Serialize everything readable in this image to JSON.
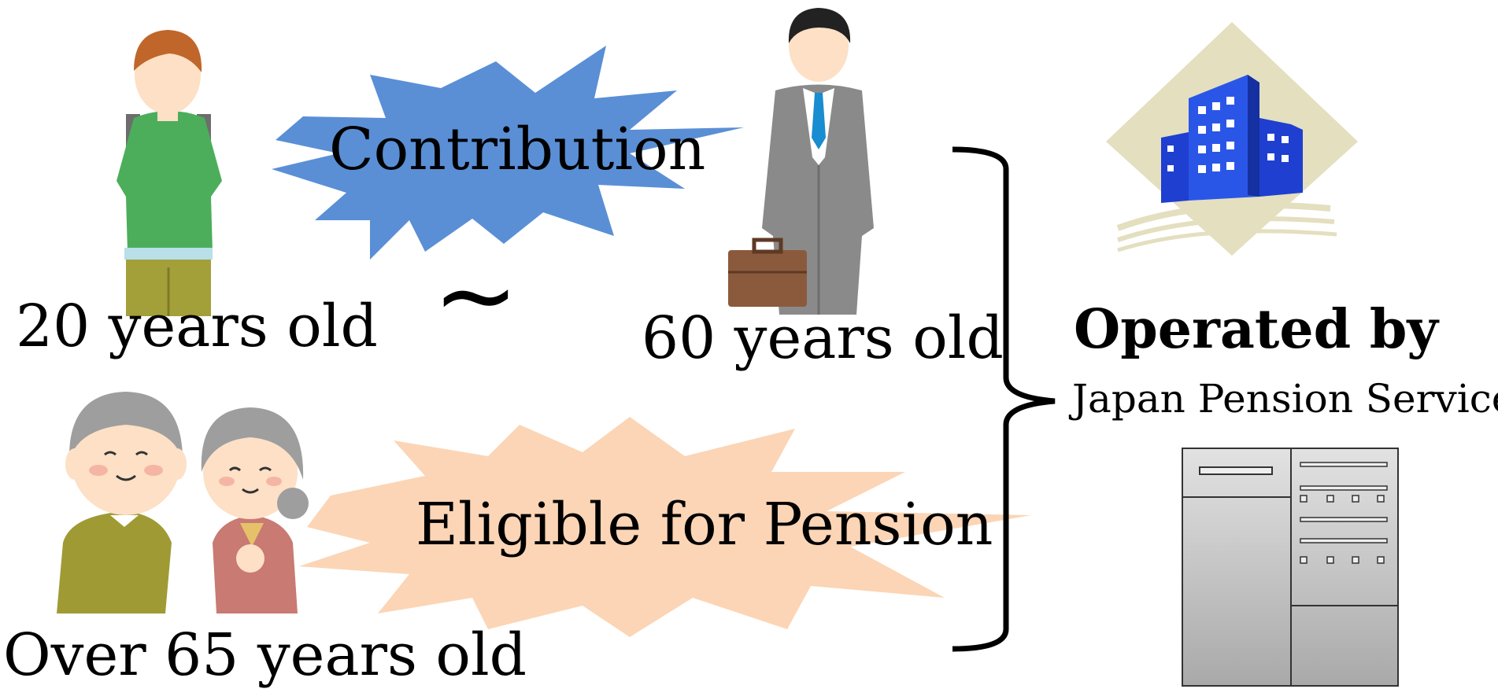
{
  "labels": {
    "contribution": "Contribution",
    "tilde": "~",
    "age_start": "20 years old",
    "age_end": "60 years old",
    "eligible": "Eligible for Pension",
    "age_pension": "Over 65 years old",
    "operated_by": "Operated by",
    "operator": "Japan Pension Service"
  },
  "colors": {
    "contribution_burst": "#5a8fd6",
    "eligible_burst": "#fbd5b5",
    "building_backdrop": "#e3dfbf",
    "building": "#1f3fd0",
    "server": "#c8c8c8"
  }
}
